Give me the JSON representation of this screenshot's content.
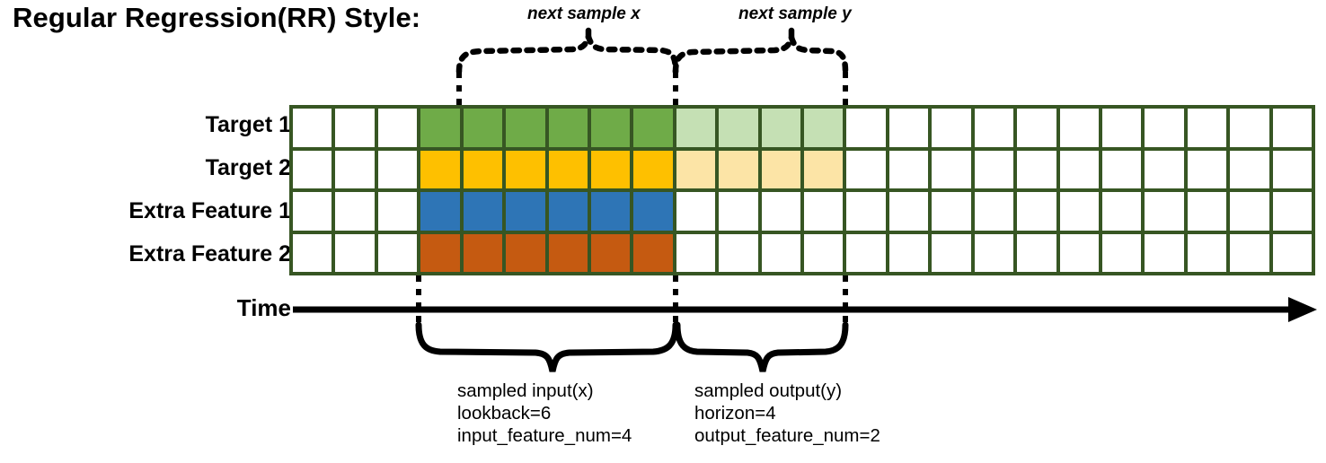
{
  "title": "Regular Regression(RR) Style:",
  "annotations": {
    "next_sample_x": "next sample x",
    "next_sample_y": "next sample y"
  },
  "rows": [
    {
      "label": "Target 1",
      "color_key": "green"
    },
    {
      "label": "Target 2",
      "color_key": "yellow"
    },
    {
      "label": "Extra Feature 1",
      "color_key": "blue"
    },
    {
      "label": "Extra Feature 2",
      "color_key": "orange"
    }
  ],
  "axis": {
    "label": "Time"
  },
  "grid": {
    "columns": 24,
    "rows": 4,
    "lead_blank_columns": 3,
    "input_start_column": 3,
    "input_columns": 6,
    "output_start_column": 9,
    "output_columns": 4,
    "trailing_blank_columns": 11,
    "fill": [
      [
        "empty",
        "empty",
        "empty",
        "green",
        "green",
        "green",
        "green",
        "green",
        "green",
        "green_light",
        "green_light",
        "green_light",
        "green_light",
        "empty",
        "empty",
        "empty",
        "empty",
        "empty",
        "empty",
        "empty",
        "empty",
        "empty",
        "empty",
        "empty"
      ],
      [
        "empty",
        "empty",
        "empty",
        "yellow",
        "yellow",
        "yellow",
        "yellow",
        "yellow",
        "yellow",
        "yellow_light",
        "yellow_light",
        "yellow_light",
        "yellow_light",
        "empty",
        "empty",
        "empty",
        "empty",
        "empty",
        "empty",
        "empty",
        "empty",
        "empty",
        "empty",
        "empty"
      ],
      [
        "empty",
        "empty",
        "empty",
        "blue",
        "blue",
        "blue",
        "blue",
        "blue",
        "blue",
        "empty",
        "empty",
        "empty",
        "empty",
        "empty",
        "empty",
        "empty",
        "empty",
        "empty",
        "empty",
        "empty",
        "empty",
        "empty",
        "empty",
        "empty"
      ],
      [
        "empty",
        "empty",
        "empty",
        "orange",
        "orange",
        "orange",
        "orange",
        "orange",
        "orange",
        "empty",
        "empty",
        "empty",
        "empty",
        "empty",
        "empty",
        "empty",
        "empty",
        "empty",
        "empty",
        "empty",
        "empty",
        "empty",
        "empty",
        "empty"
      ]
    ]
  },
  "colors": {
    "grid_border": "#375623",
    "empty": "#ffffff",
    "green": "#6fab48",
    "green_light": "#c5e0b4",
    "yellow": "#fec000",
    "yellow_light": "#fce4a6",
    "blue": "#2e75b6",
    "orange": "#c55a11",
    "ink": "#000000"
  },
  "notes": {
    "input": {
      "line1": "sampled input(x)",
      "line2": "lookback=6",
      "line3": "input_feature_num=4"
    },
    "output": {
      "line1": "sampled output(y)",
      "line2": "horizon=4",
      "line3": "output_feature_num=2"
    }
  }
}
